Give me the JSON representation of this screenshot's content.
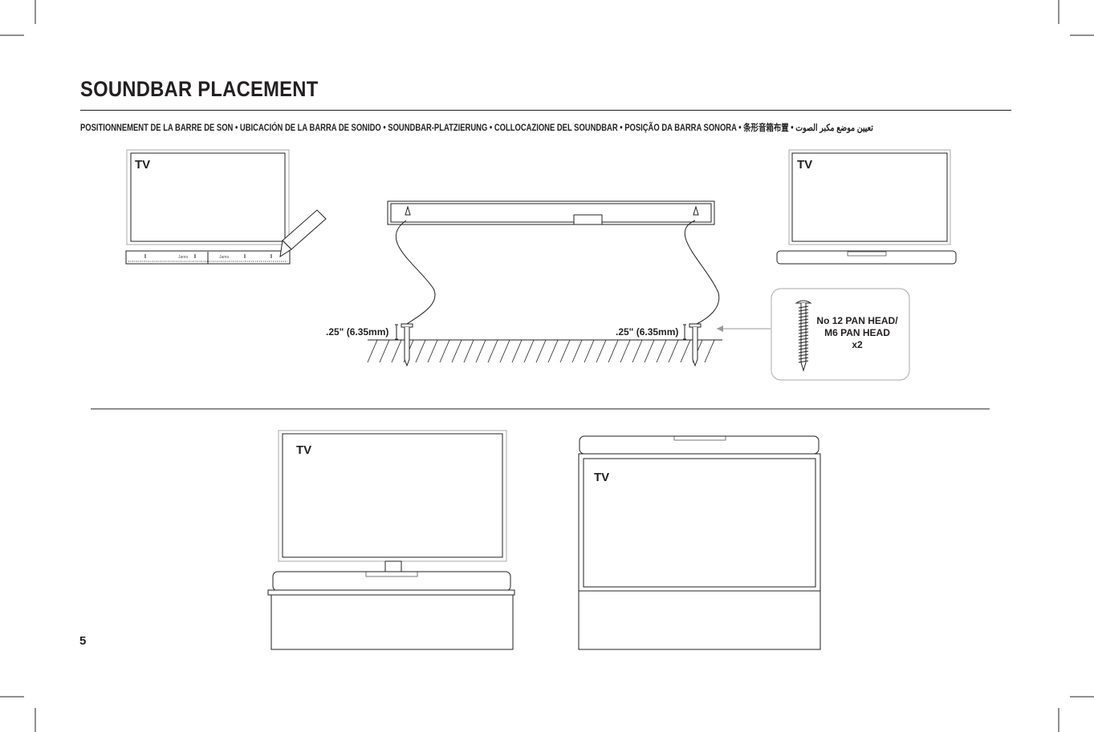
{
  "page": {
    "title": "SOUNDBAR PLACEMENT",
    "subtitle": "POSITIONNEMENT DE LA BARRE DE SON • UBICACIÓN DE LA BARRA DE SONIDO • SOUNDBAR-PLATZIERUNG • COLLOCAZIONE DEL SOUNDBAR • POSIÇÃO DA BARRA SONORA • 条形音箱布置 • تعيين موضع مكبر الصوت",
    "page_number": "5"
  },
  "diagrams": {
    "tv_label": "TV",
    "template_logo": "Jamo",
    "screw_gap_left": ".25\" (6.35mm)",
    "screw_gap_right": ".25\" (6.35mm)",
    "screw_callout": {
      "line1": "No 12 PAN HEAD/",
      "line2": "M6 PAN HEAD",
      "line3": "x2"
    }
  }
}
